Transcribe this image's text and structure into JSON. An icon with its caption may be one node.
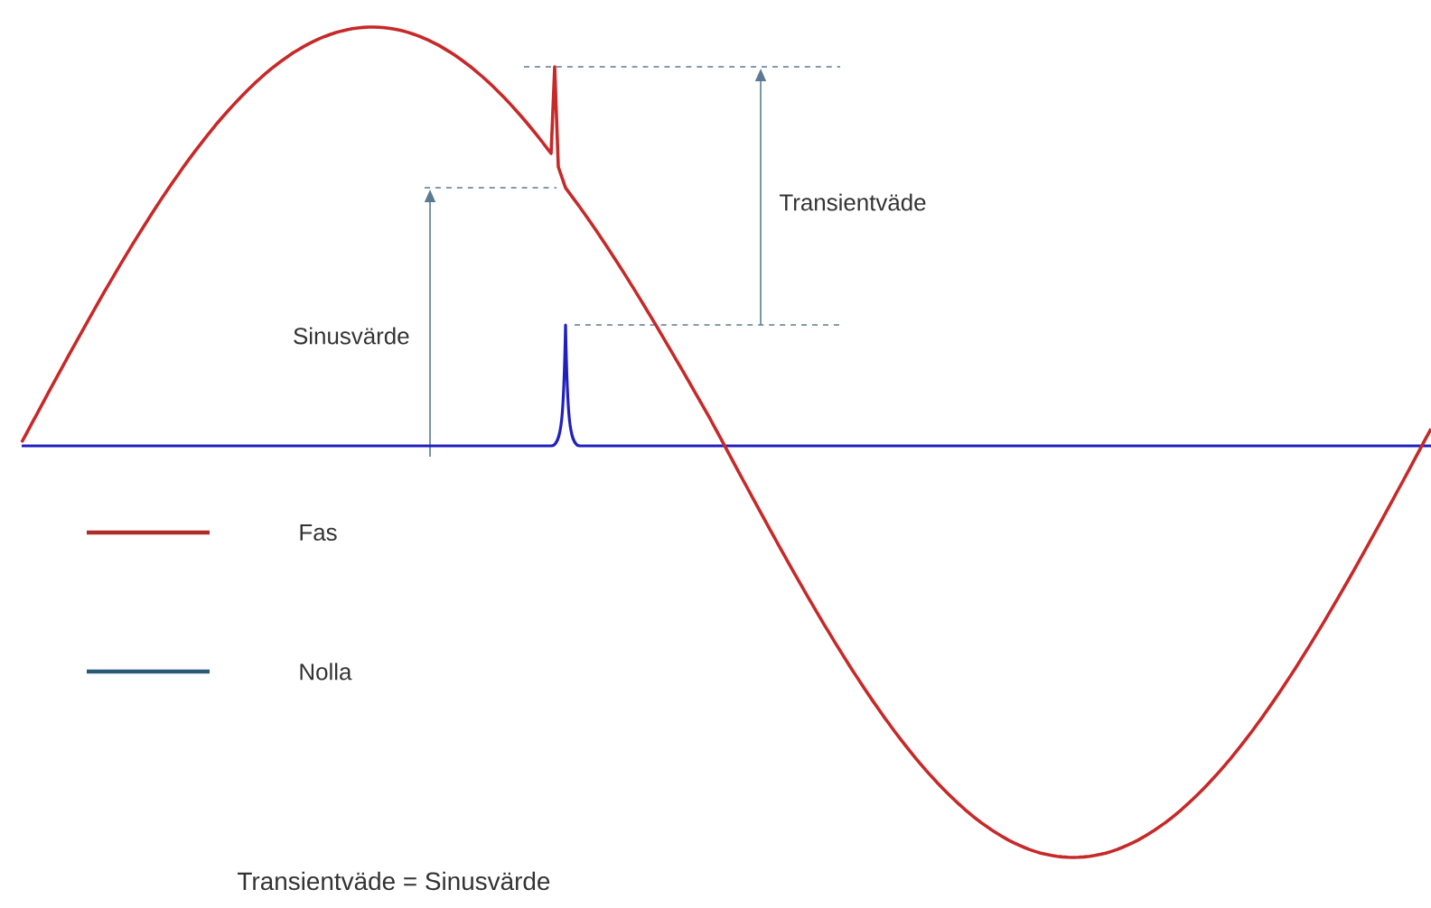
{
  "diagram": {
    "caption": "Transientväde = Sinusvärde",
    "labels": [
      "Sinusvärde",
      "Transientväde"
    ],
    "legend": [
      {
        "text": "Fas"
      },
      {
        "text": "Nolla"
      }
    ]
  }
}
